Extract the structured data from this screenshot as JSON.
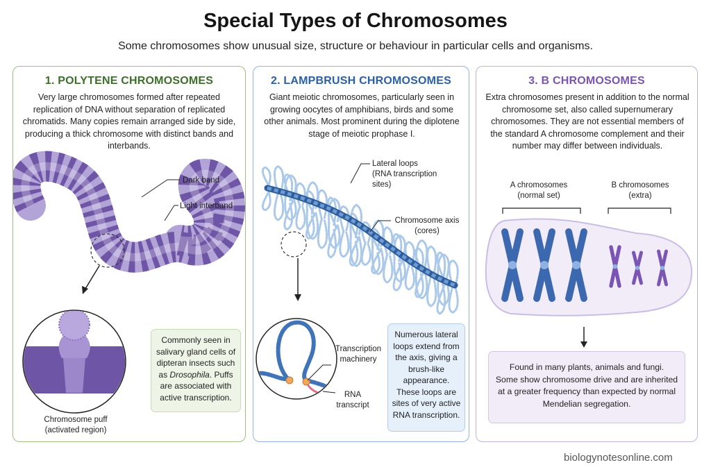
{
  "header": {
    "title": "Special Types of Chromosomes",
    "subtitle": "Some chromosomes show unusual size, structure or behaviour in particular cells and organisms."
  },
  "panels": [
    {
      "title": "1. POLYTENE CHROMOSOMES",
      "description": "Very large chromosomes formed after repeated replication of DNA without separation of replicated chromatids. Many copies remain arranged side by side, producing a thick chromosome with distinct bands and interbands.",
      "labels": {
        "dark_band": "Dark band",
        "light_interband": "Light interband",
        "puff_1": "Chromosome puff",
        "puff_2": "(activated region)"
      },
      "note": {
        "before": "Commonly seen in salivary gland cells of dipteran insects such as ",
        "italic": "Drosophila",
        "after": ". Puffs are associated with active transcription."
      }
    },
    {
      "title": "2. LAMPBRUSH CHROMOSOMES",
      "description": "Giant meiotic chromosomes, particularly seen in growing oocytes of amphibians, birds and some other animals. Most prominent during the diplotene stage of meiotic prophase I.",
      "labels": {
        "lateral_loops_1": "Lateral loops",
        "lateral_loops_2": "(RNA transcription",
        "lateral_loops_3": "sites)",
        "axis_1": "Chromosome axis",
        "axis_2": "(cores)",
        "machinery_1": "Transcription",
        "machinery_2": "machinery",
        "rna_1": "RNA",
        "rna_2": "transcript"
      },
      "note": "Numerous lateral loops extend from the axis, giving a brush-like appearance. These loops are sites of very active RNA transcription."
    },
    {
      "title": "3. B CHROMOSOMES",
      "description": "Extra chromosomes present in addition to the normal chromosome set, also called supernumerary chromosomes. They are not essential members of the standard A chromosome complement and their number may differ between individuals.",
      "labels": {
        "a_1": "A chromosomes",
        "a_2": "(normal set)",
        "b_1": "B chromosomes",
        "b_2": "(extra)"
      },
      "note": {
        "line1": "Found in many plants, animals and fungi.",
        "line2": "Some show chromosome drive and are inherited",
        "line3": "at a greater frequency than expected by normal",
        "line4": "Mendelian segregation."
      }
    }
  ],
  "footer": {
    "site": "biologynotesonline.com"
  },
  "colors": {
    "polytene_dark": "#6e55a6",
    "polytene_light": "#c9bde4",
    "lampbrush_axis": "#3f74b8",
    "lampbrush_loops": "#a9c8ea",
    "a_chromosome": "#3c68b0",
    "b_chromosome": "#7b55b3",
    "transcript": "#e56a8a"
  }
}
